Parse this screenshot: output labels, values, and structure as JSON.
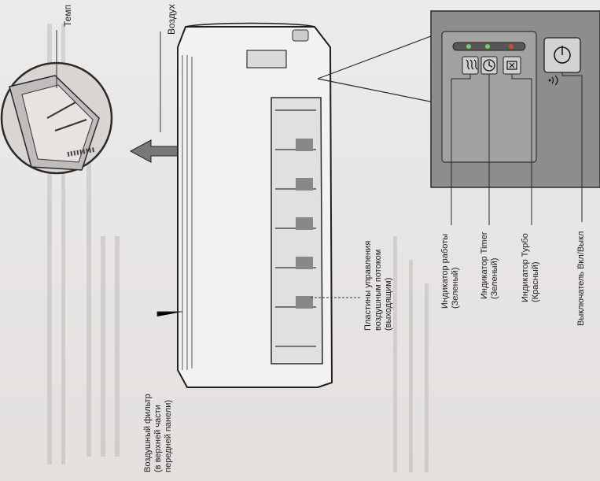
{
  "labels": {
    "air_inlet": "Воздух",
    "temp": "Темп",
    "air_filter_line1": "Воздушный фильтр",
    "air_filter_line2": "(в верхней части",
    "air_filter_line3": "передней панели)",
    "louvers_line1": "Пластины управления",
    "louvers_line2": "воздушным потоком",
    "louvers_line3": "(выходящим)",
    "operation_line1": "Индикатор работы",
    "operation_line2": "(Зеленый)",
    "timer_line1": "Индикатор Timer",
    "timer_line2": "(Зеленый)",
    "turbo_line1": "Индикатор Турбо",
    "turbo_line2": "(Красный)",
    "power_switch": "Выключатель Вкл/Выкл"
  },
  "colors": {
    "background": "#e7e4e2",
    "panel": "#7d7c7b",
    "panel_inner": "#c9c7c6",
    "line": "#2a2a2a",
    "led_red": "#b23a2e"
  },
  "icons": [
    "heat-waves-icon",
    "timer-clock-icon",
    "turbo-fan-icon",
    "power-icon",
    "signal-icon",
    "arrow-left-icon"
  ]
}
